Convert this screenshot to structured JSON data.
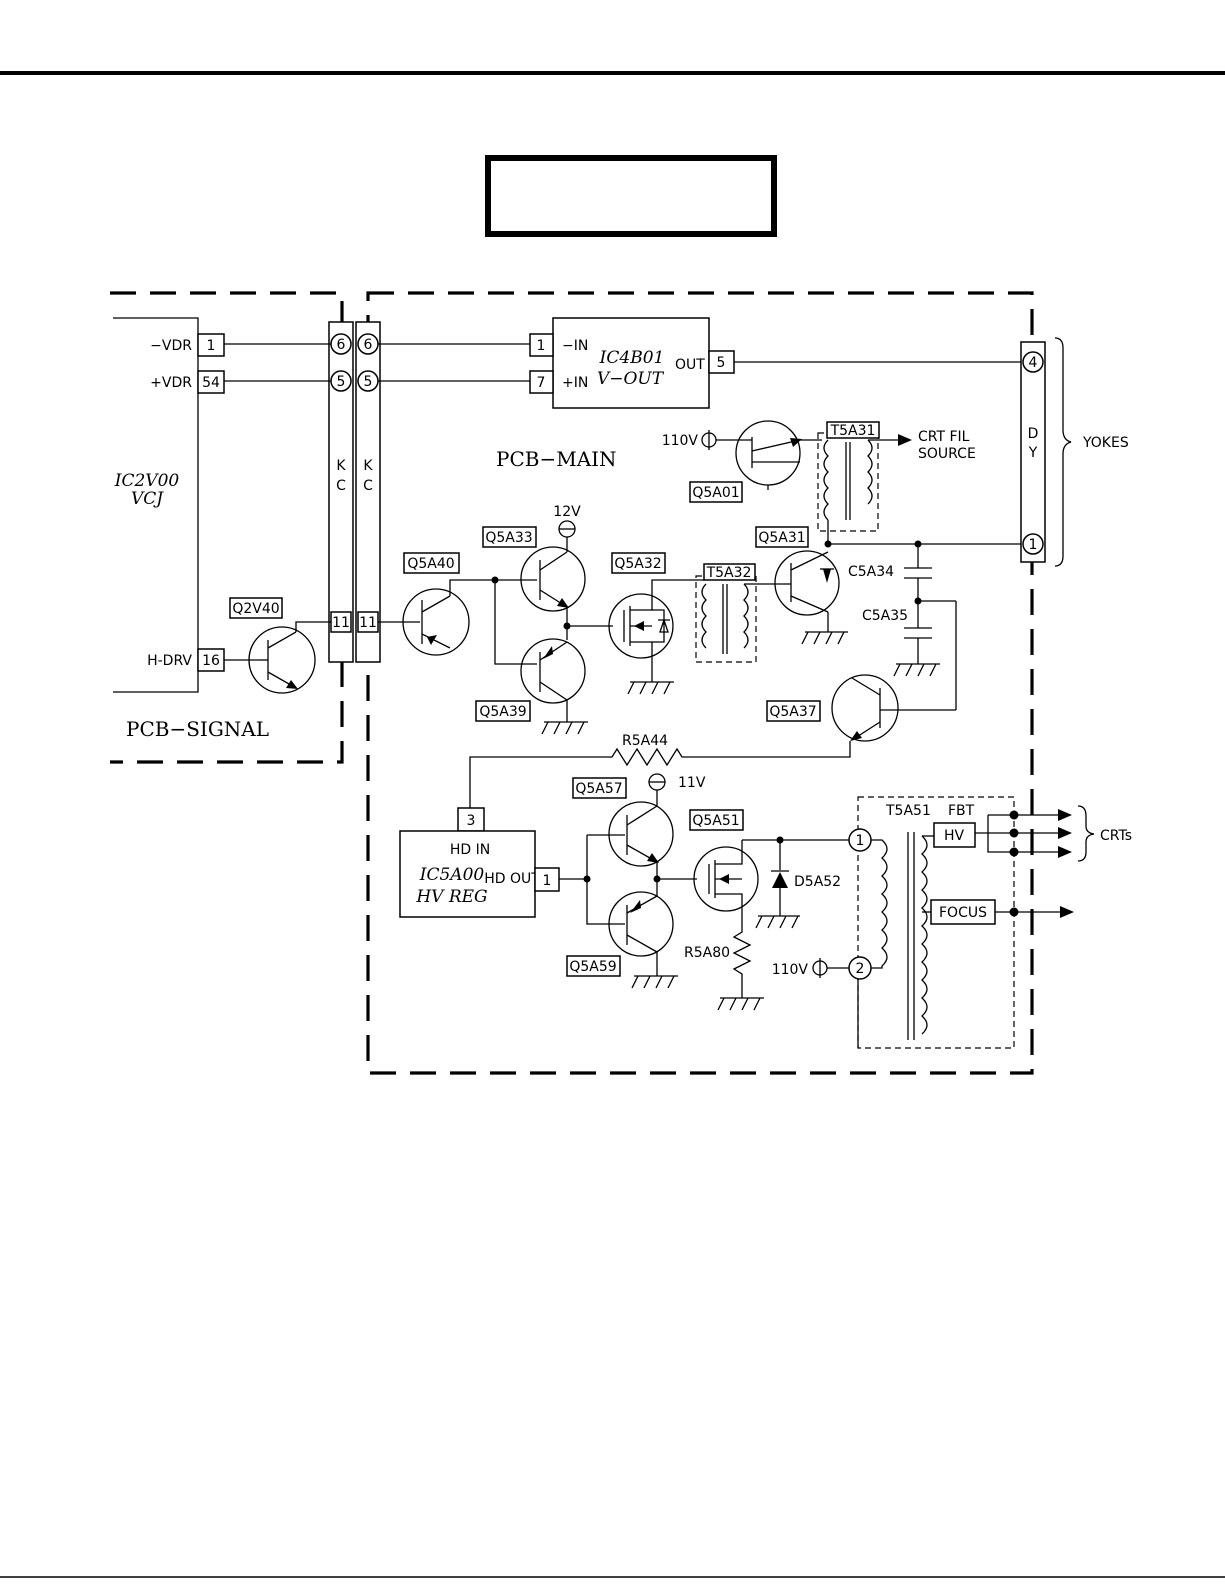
{
  "title_box": "",
  "regions": {
    "signal": "PCB−SIGNAL",
    "main": "PCB−MAIN"
  },
  "ic_vcj": {
    "name": "IC2V00",
    "sub": "VCJ",
    "pins": [
      {
        "label": "−VDR",
        "num": "1"
      },
      {
        "label": "+VDR",
        "num": "54"
      },
      {
        "label": "H-DRV",
        "num": "16"
      }
    ]
  },
  "connectors": {
    "kc": "KC",
    "pins": [
      "6",
      "5",
      "11"
    ]
  },
  "ic_vout": {
    "name": "IC4B01",
    "sub": "V−OUT",
    "in_minus": "−IN",
    "in_plus": "+IN",
    "out": "OUT",
    "pin_minus": "1",
    "pin_plus": "7",
    "pin_out": "5"
  },
  "dy": {
    "label": "DY",
    "pin_top": "4",
    "pin_bottom": "1",
    "yokes": "YOKES"
  },
  "ic_hv": {
    "name": "IC5A00",
    "sub": "HV REG",
    "hd_in": "HD IN",
    "hd_out": "HD OUT",
    "pin_in": "3",
    "pin_out": "1"
  },
  "components": {
    "q2v40": "Q2V40",
    "q5a40": "Q5A40",
    "q5a33": "Q5A33",
    "q5a39": "Q5A39",
    "q5a32": "Q5A32",
    "q5a31": "Q5A31",
    "q5a01": "Q5A01",
    "q5a37": "Q5A37",
    "q5a57": "Q5A57",
    "q5a59": "Q5A59",
    "q5a51": "Q5A51",
    "t5a31": "T5A31",
    "t5a32": "T5A32",
    "t5a51": "T5A51",
    "fbt": "FBT",
    "c5a34": "C5A34",
    "c5a35": "C5A35",
    "r5a44": "R5A44",
    "r5a80": "R5A80",
    "d5a52": "D5A52"
  },
  "supplies": {
    "v12": "12V",
    "v11": "11V",
    "v110a": "110V",
    "v110b": "110V"
  },
  "outputs": {
    "crt_fil": "CRT FIL",
    "source": "SOURCE",
    "hv": "HV",
    "focus": "FOCUS",
    "crts": "CRTs"
  },
  "fbt_pins": [
    "1",
    "2"
  ]
}
